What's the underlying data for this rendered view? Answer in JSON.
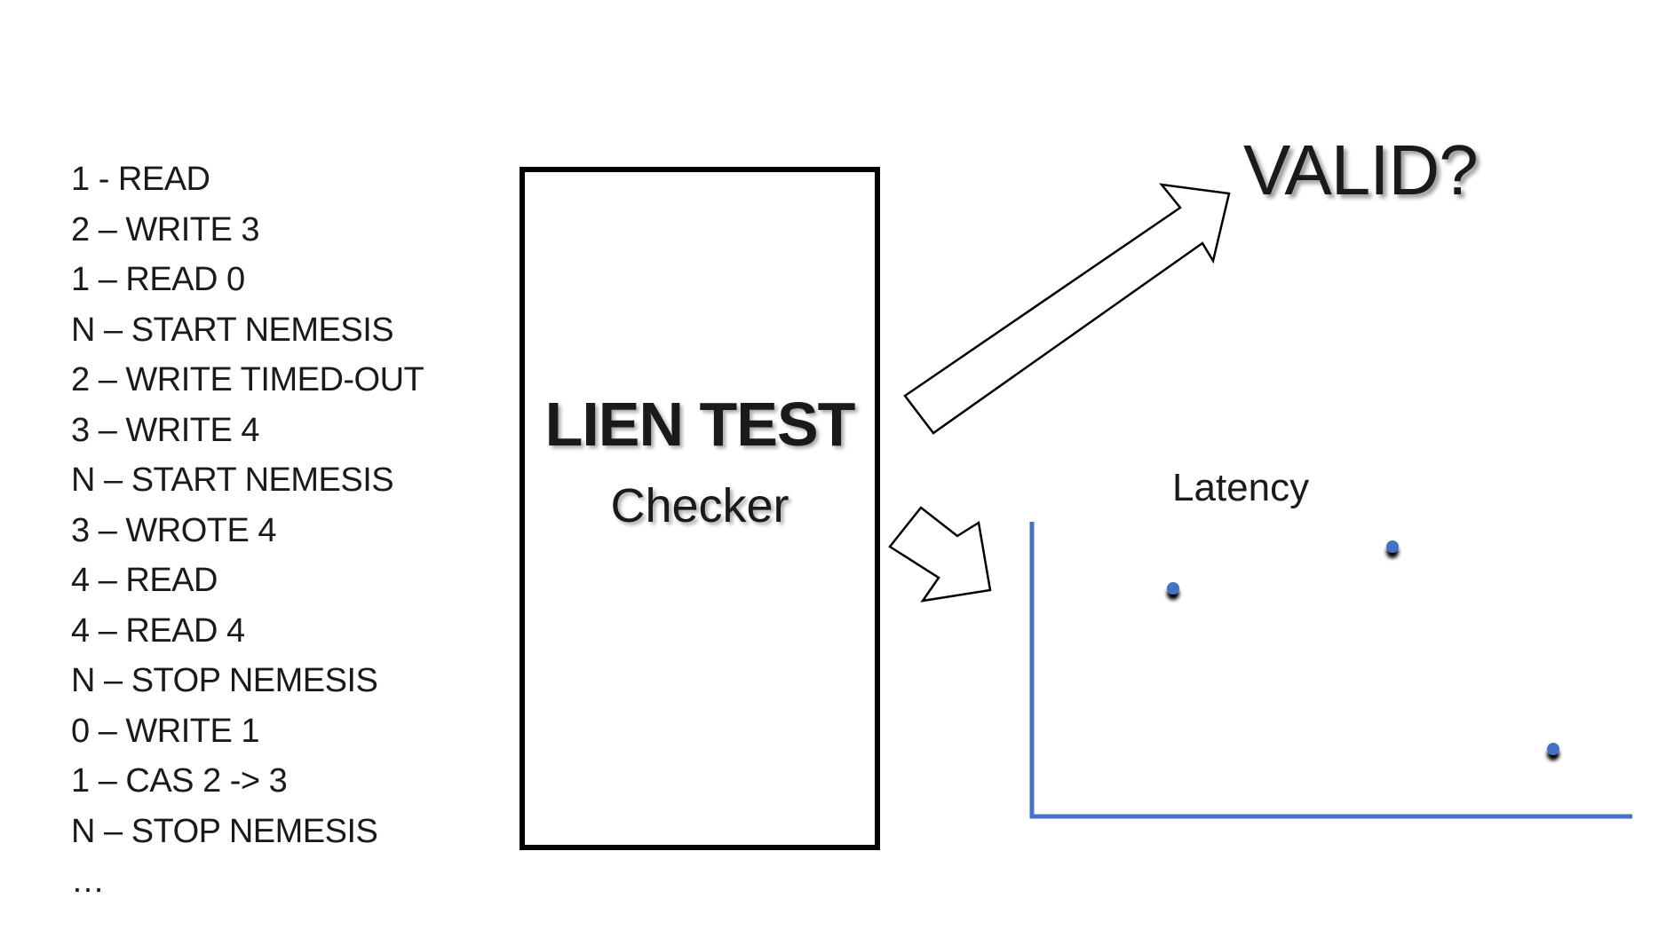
{
  "history": [
    "1 - READ",
    "2 – WRITE 3",
    "1 – READ 0",
    "N – START NEMESIS",
    "2 – WRITE TIMED-OUT",
    "3 – WRITE 4",
    "N – START NEMESIS",
    "3 – WROTE 4",
    "4 – READ",
    "4 – READ 4",
    "N – STOP NEMESIS",
    "0 – WRITE 1",
    "1 – CAS 2 -> 3",
    "N – STOP NEMESIS",
    "…"
  ],
  "checker": {
    "title": "LIEN TEST",
    "subtitle": "Checker"
  },
  "result": {
    "valid_label": "VALID?"
  },
  "latency_plot": {
    "label": "Latency",
    "axis_color": "#4472C4",
    "point_color": "#4472C4"
  }
}
